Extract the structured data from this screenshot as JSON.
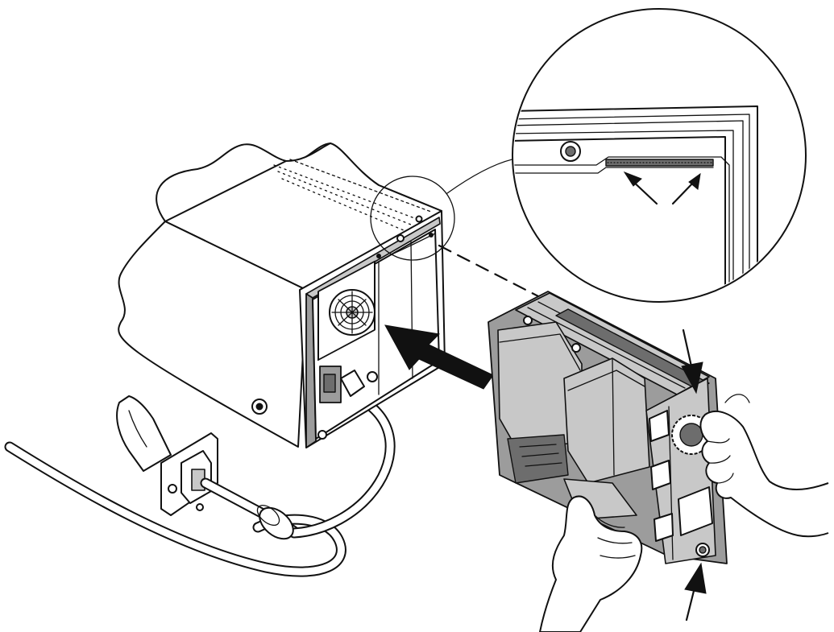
{
  "figure": {
    "colors": {
      "line": "#111111",
      "metal": "#9c9c9c",
      "light_metal": "#c8c8c8",
      "dark_metal": "#6d6d6d",
      "background": "#ffffff"
    },
    "elements": [
      "chassis-enclosure",
      "fan-icon",
      "power-cable",
      "cable-clamp-bracket",
      "power-supply-module",
      "insertion-arrow-icon",
      "detail-callout-circle",
      "latch-pointer-arrows",
      "top-latch-arrow-icon",
      "bottom-screw-arrow-icon",
      "hands"
    ]
  }
}
